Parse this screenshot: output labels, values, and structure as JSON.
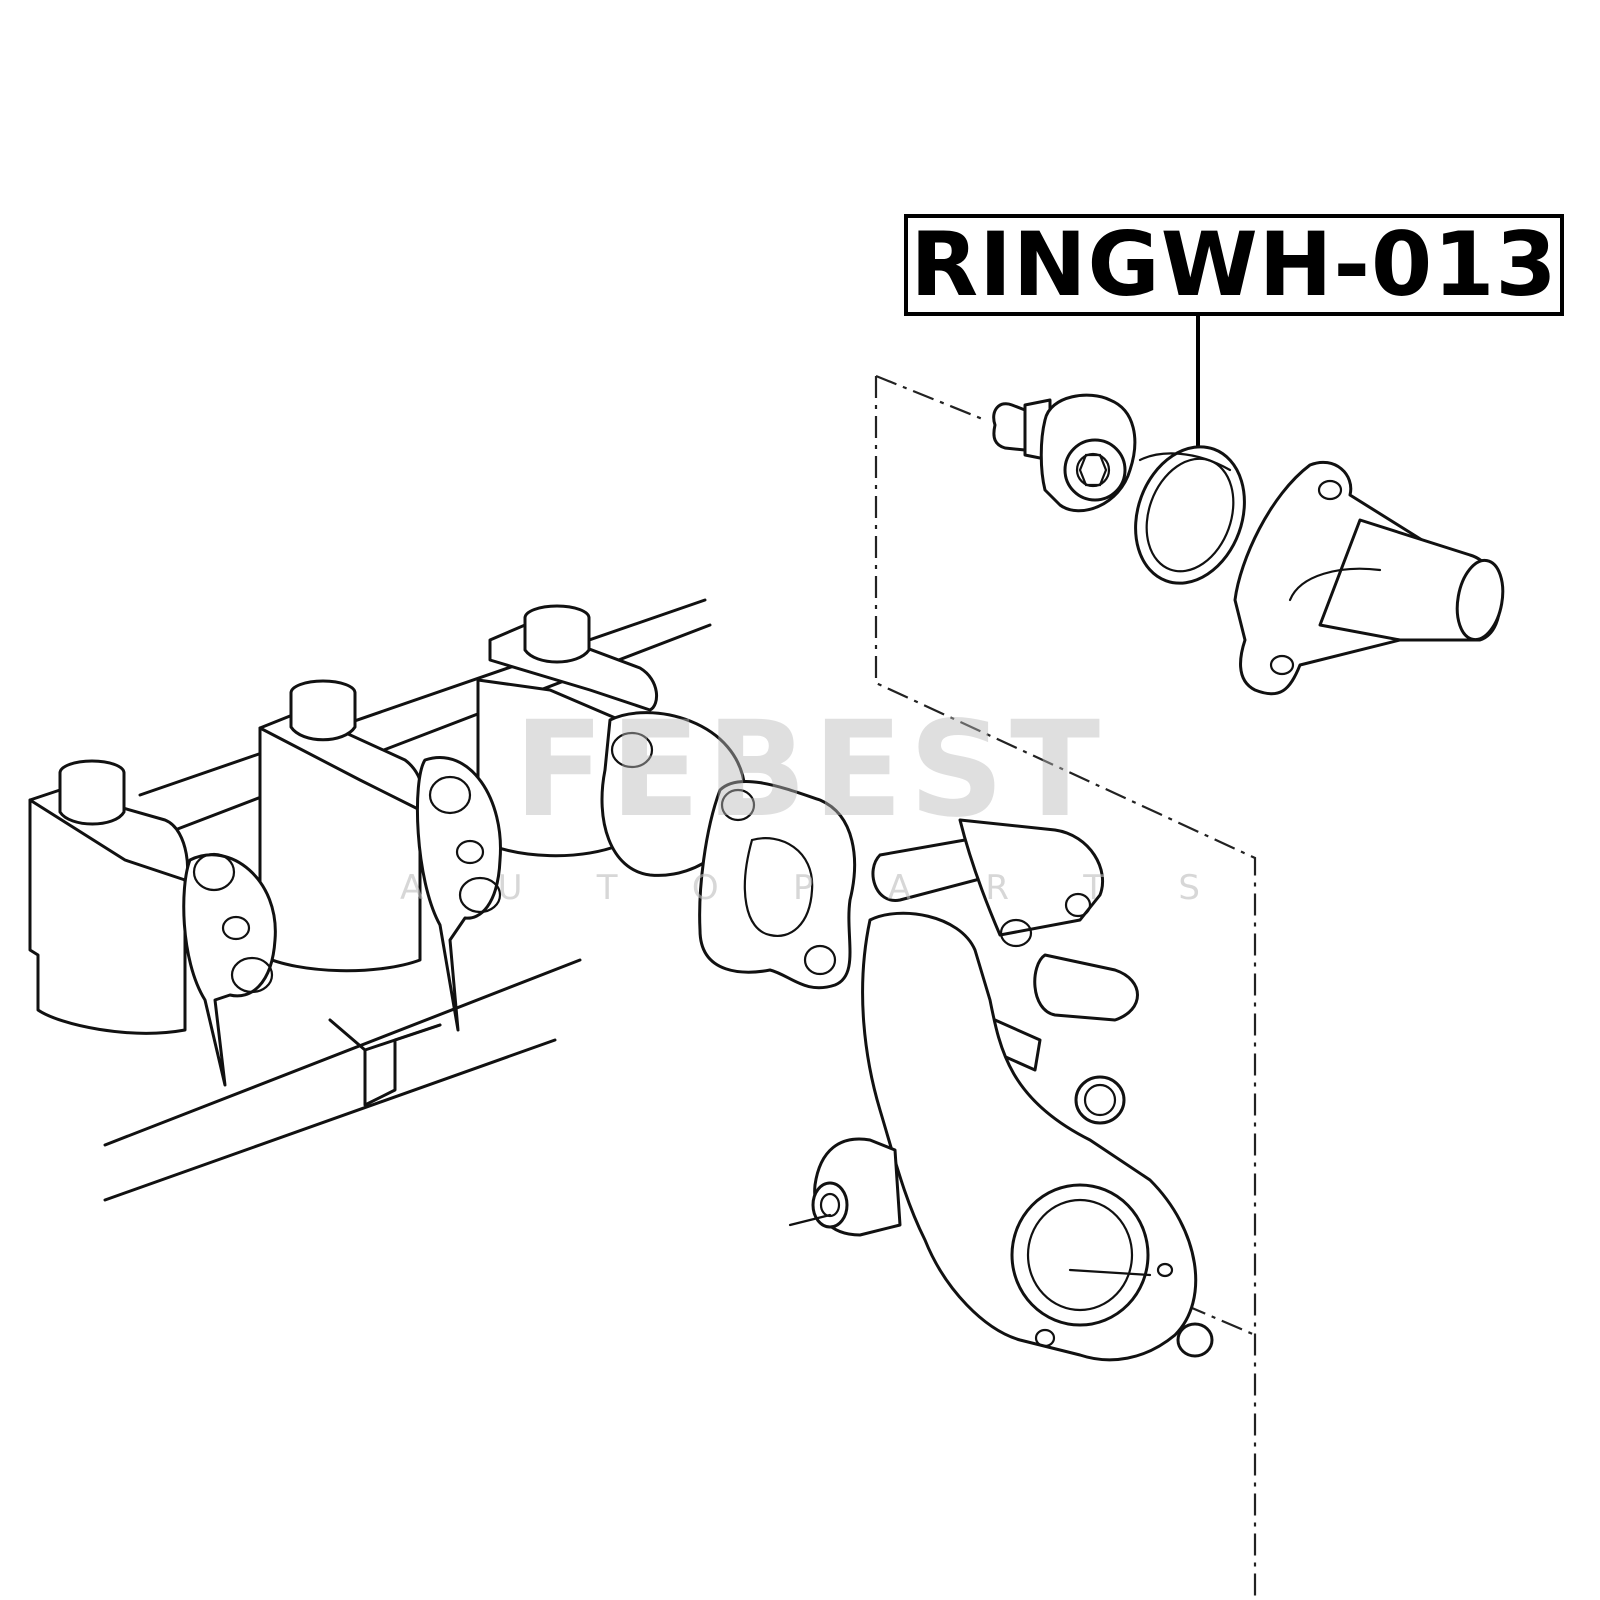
{
  "part_label": "RINGWH-013",
  "watermark": {
    "brand": "FEBEST",
    "subtitle_letters": [
      "A",
      "U",
      "T",
      "O",
      "P",
      "A",
      "R",
      "T",
      "S"
    ]
  }
}
